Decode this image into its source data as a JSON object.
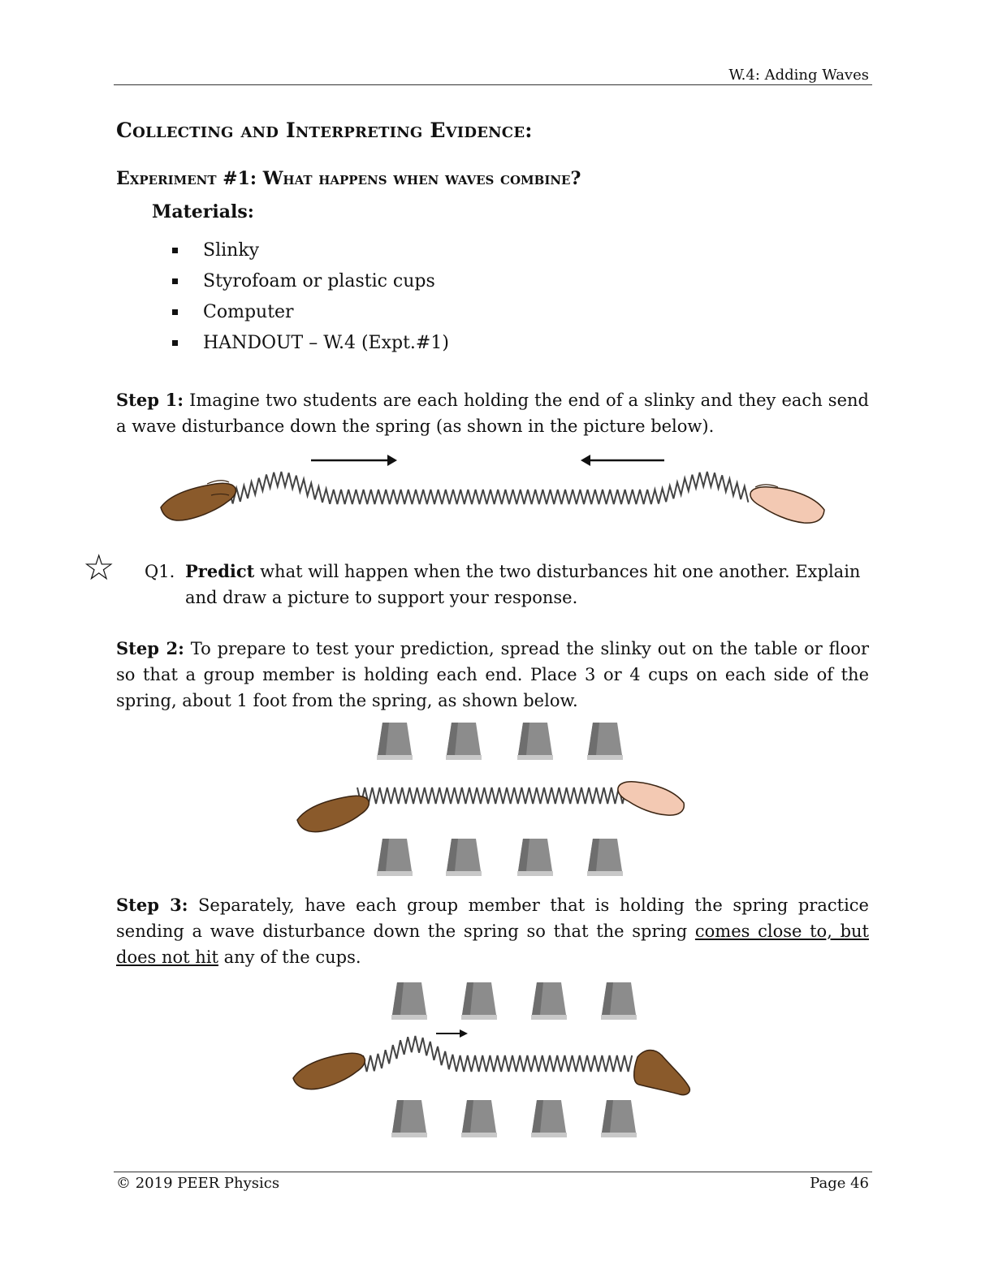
{
  "header": {
    "title": "W.4: Adding Waves"
  },
  "section": {
    "heading": "Collecting and Interpreting Evidence:",
    "experiment_heading": "Experiment #1: What happens when waves combine?"
  },
  "materials": {
    "label": "Materials:",
    "items": [
      "Slinky",
      "Styrofoam or plastic cups",
      "Computer",
      "HANDOUT – W.4 (Expt.#1)"
    ]
  },
  "step1": {
    "label": "Step 1:",
    "text": "Imagine two students are each holding the end of a slinky and they each send a wave disturbance down the spring (as shown in the picture below)."
  },
  "q1": {
    "number": "Q1.",
    "bold": "Predict",
    "text": "what will happen when the two disturbances hit one another.  Explain and draw a picture to support your response.",
    "star_icon": "star-outline-icon"
  },
  "step2": {
    "label": "Step 2:",
    "text": "To prepare to test your prediction, spread the slinky out on the table or floor so that a group member is holding each end.  Place 3 or 4 cups on each side of the spring, about 1 foot from the spring, as shown below."
  },
  "step3": {
    "label": "Step 3:",
    "text_before": "Separately, have each group member that is holding the spring practice sending a wave disturbance down the spring so that the spring",
    "underlined": "comes close to, but does not hit",
    "text_after": "any of the cups."
  },
  "footer": {
    "copyright": "© 2019 PEER Physics",
    "page": "Page 46"
  },
  "colors": {
    "hand_dark": "#8a5a2b",
    "hand_light": "#f3c9b3",
    "cup_gray": "#8c8c8c",
    "spring": "#444444"
  }
}
